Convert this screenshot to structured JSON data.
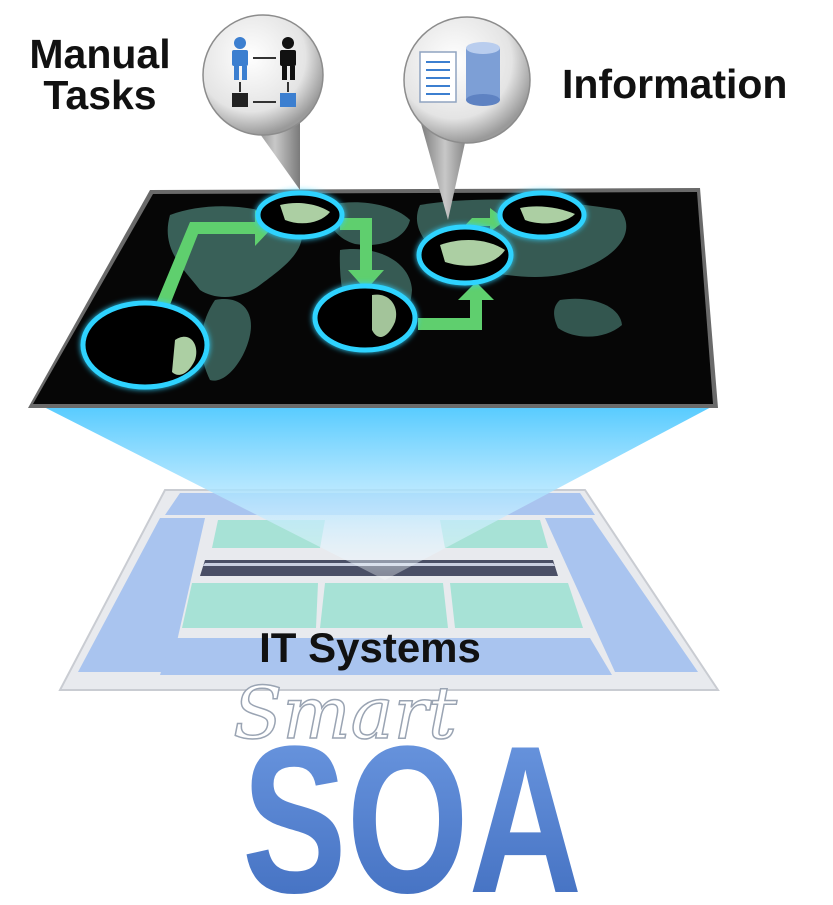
{
  "labels": {
    "manual_tasks_line1": "Manual",
    "manual_tasks_line2": "Tasks",
    "information": "Information",
    "it_systems": "IT Systems"
  },
  "logo": {
    "smart": "Smart",
    "soa": "SOA"
  },
  "colors": {
    "map_background": "#060606",
    "continents": "#3f6a62",
    "glow_ring": "#2fd3ff",
    "flow_arrow": "#5fcf6e",
    "beam_top": "#6fd4ff",
    "tile_blue": "#a9c4ef",
    "tile_teal": "#a7e2d6",
    "platform_base": "#e6e9ee",
    "soa_logo": "#4f7fcf"
  }
}
